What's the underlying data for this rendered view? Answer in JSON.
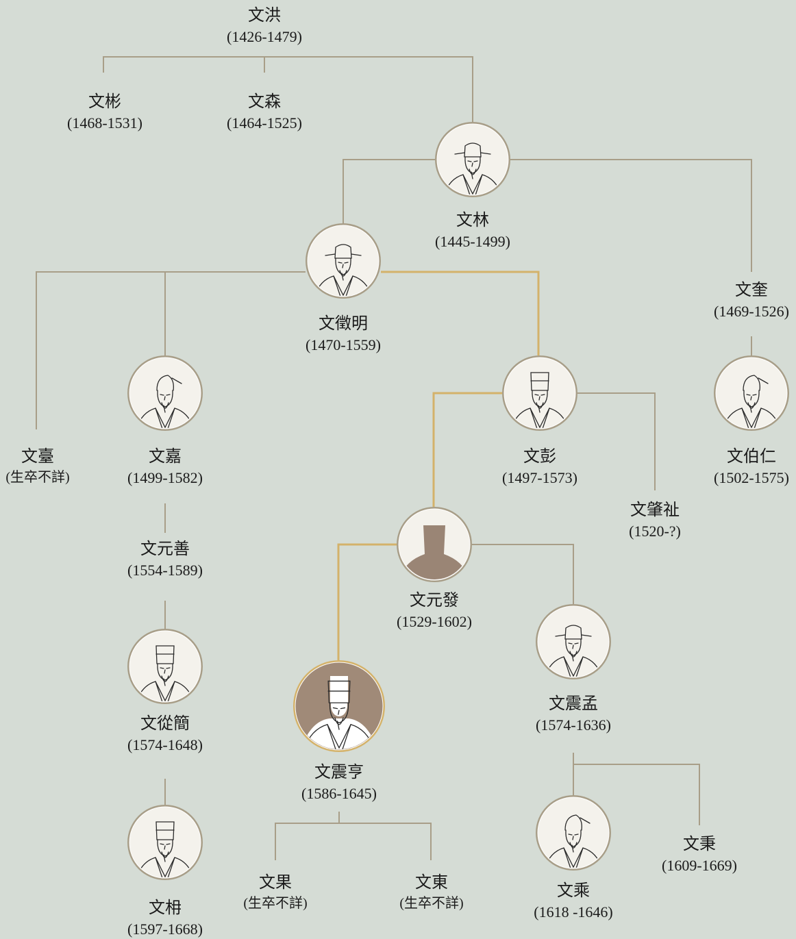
{
  "colors": {
    "background": "#d5dcd5",
    "line": "#a89e88",
    "highlight_line": "#d4b26a",
    "portrait_ring": "#a89e88",
    "portrait_fill": "#f4f2ec",
    "silhouette": "#9a8575",
    "highlight_ring": "#d4b26a",
    "highlight_fill": "#a08a78"
  },
  "people": [
    {
      "id": "hong",
      "name": "文洪",
      "years": "(1426-1479)",
      "portrait": "none"
    },
    {
      "id": "bin",
      "name": "文彬",
      "years": "(1468-1531)",
      "portrait": "none"
    },
    {
      "id": "sen",
      "name": "文森",
      "years": "(1464-1525)",
      "portrait": "none"
    },
    {
      "id": "lin",
      "name": "文林",
      "years": "(1445-1499)",
      "portrait": "official-hat-portrait"
    },
    {
      "id": "zhengming",
      "name": "文徵明",
      "years": "(1470-1559)",
      "portrait": "official-hat-portrait"
    },
    {
      "id": "kui",
      "name": "文奎",
      "years": "(1469-1526)",
      "portrait": "none"
    },
    {
      "id": "tai",
      "name": "文臺",
      "years": "(生卒不詳)",
      "portrait": "none"
    },
    {
      "id": "jia",
      "name": "文嘉",
      "years": "(1499-1582)",
      "portrait": "scholar-cap-portrait"
    },
    {
      "id": "peng",
      "name": "文彭",
      "years": "(1497-1573)",
      "portrait": "tall-hat-portrait"
    },
    {
      "id": "boren",
      "name": "文伯仁",
      "years": "(1502-1575)",
      "portrait": "scholar-cap-portrait"
    },
    {
      "id": "zhaozhi",
      "name": "文肇祉",
      "years": "(1520-?)",
      "portrait": "none"
    },
    {
      "id": "yuanshan",
      "name": "文元善",
      "years": "(1554-1589)",
      "portrait": "none"
    },
    {
      "id": "yuanfa",
      "name": "文元發",
      "years": "(1529-1602)",
      "portrait": "silhouette"
    },
    {
      "id": "congjian",
      "name": "文從簡",
      "years": "(1574-1648)",
      "portrait": "tall-hat-portrait"
    },
    {
      "id": "zhenmeng",
      "name": "文震孟",
      "years": "(1574-1636)",
      "portrait": "official-hat-portrait"
    },
    {
      "id": "zhenheng",
      "name": "文震亨",
      "years": "(1586-1645)",
      "portrait": "highlighted-tall-hat-portrait"
    },
    {
      "id": "nan",
      "name": "文枏",
      "years": "(1597-1668)",
      "portrait": "tall-hat-portrait"
    },
    {
      "id": "guo",
      "name": "文果",
      "years": "(生卒不詳)",
      "portrait": "none"
    },
    {
      "id": "dong",
      "name": "文東",
      "years": "(生卒不詳)",
      "portrait": "none"
    },
    {
      "id": "cheng",
      "name": "文乘",
      "years": "(1618 -1646)",
      "portrait": "scholar-cap-portrait"
    },
    {
      "id": "bing",
      "name": "文秉",
      "years": "(1609-1669)",
      "portrait": "none"
    }
  ],
  "relations": [
    {
      "parent": "hong",
      "children": [
        "bin",
        "sen",
        "lin"
      ]
    },
    {
      "parent": "lin",
      "children": [
        "zhengming",
        "kui"
      ]
    },
    {
      "parent": "zhengming",
      "children": [
        "tai",
        "jia",
        "peng"
      ],
      "highlight": [
        "peng"
      ]
    },
    {
      "parent": "kui",
      "children": [
        "boren"
      ]
    },
    {
      "parent": "peng",
      "children": [
        "yuanfa",
        "zhaozhi"
      ],
      "highlight": [
        "yuanfa"
      ]
    },
    {
      "parent": "jia",
      "children": [
        "yuanshan"
      ]
    },
    {
      "parent": "yuanshan",
      "children": [
        "congjian"
      ]
    },
    {
      "parent": "congjian",
      "children": [
        "nan"
      ]
    },
    {
      "parent": "yuanfa",
      "children": [
        "zhenheng",
        "zhenmeng"
      ],
      "highlight": [
        "zhenheng"
      ]
    },
    {
      "parent": "zhenheng",
      "children": [
        "guo",
        "dong"
      ]
    },
    {
      "parent": "zhenmeng",
      "children": [
        "cheng",
        "bing"
      ]
    }
  ]
}
